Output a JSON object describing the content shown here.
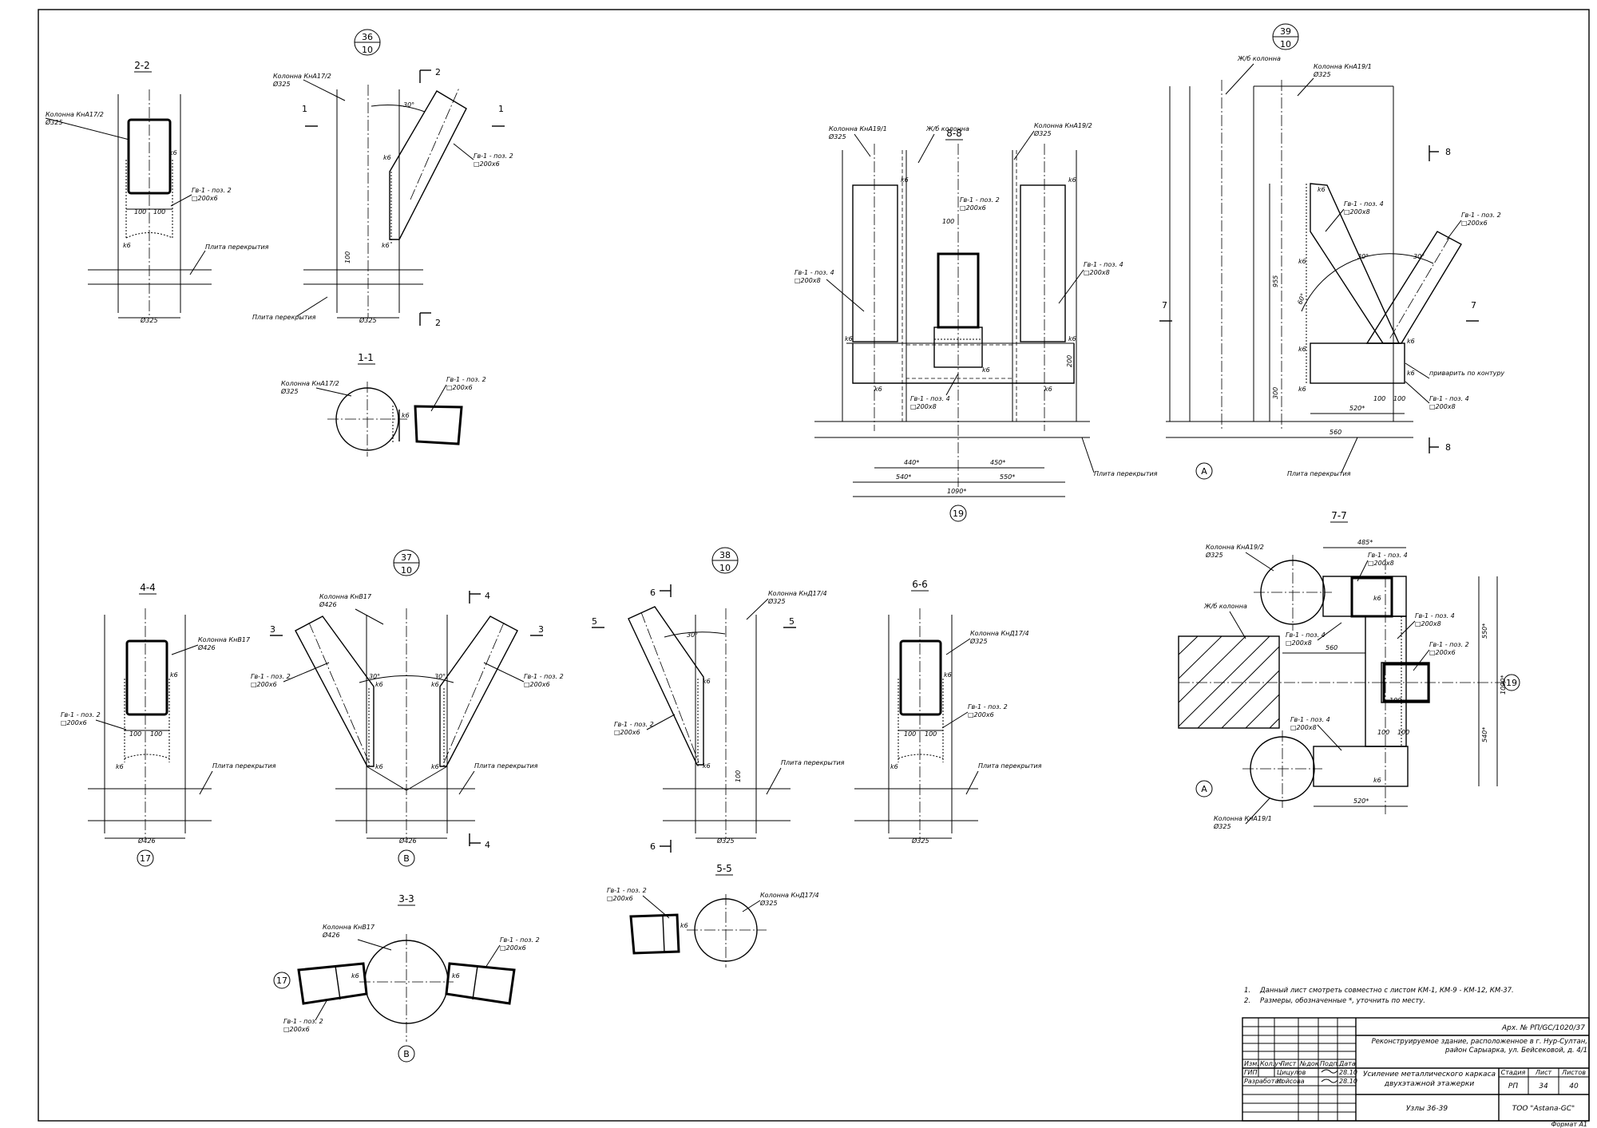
{
  "labels": {
    "col_ka17_2": "Колонна КнА17/2",
    "col_ka19_1": "Колонна КнА19/1",
    "col_ka19_2": "Колонна КнА19/2",
    "col_kb17": "Колонна КнВ17",
    "col_kd17_4": "Колонна КнД17/4",
    "d325": "Ø325",
    "d426": "Ø426",
    "gv_poz2": "Гв-1 - поз. 2",
    "gv_poz4": "Гв-1 - поз. 4",
    "sq200x6": "□200х6",
    "sq200x8": "□200х8",
    "slab": "Плита перекрытия",
    "rc_col": "Ж/б колонна",
    "weld_contour": "приварить по контуру",
    "k6": "k6",
    "d100": "100",
    "d200": "200",
    "d300": "300",
    "d440": "440*",
    "d450": "450*",
    "d540": "540*",
    "d550": "550*",
    "d1090": "1090*",
    "d485": "485*",
    "d520": "520*",
    "d560": "560",
    "d955": "955",
    "a30": "30°",
    "a60": "60°"
  },
  "sections": {
    "s2_2": "2-2",
    "s1_1": "1-1",
    "s8_8": "8-8",
    "s4_4": "4-4",
    "s3_3": "3-3",
    "s5_5": "5-5",
    "s6_6": "6-6",
    "s7_7": "7-7"
  },
  "cuts": [
    "1",
    "2",
    "3",
    "4",
    "5",
    "6",
    "7",
    "8"
  ],
  "nodes": [
    {
      "num": "36",
      "sheet": "10"
    },
    {
      "num": "37",
      "sheet": "10"
    },
    {
      "num": "38",
      "sheet": "10"
    },
    {
      "num": "39",
      "sheet": "10"
    }
  ],
  "axes": {
    "a17": "17",
    "a19": "19",
    "aA": "А",
    "aB": "В"
  },
  "notes": [
    {
      "n": "1.",
      "text": "Данный лист смотреть совместно с листом КМ-1, КМ-9 - КМ-12, КМ-37."
    },
    {
      "n": "2.",
      "text": "Размеры, обозначенные *, уточнить по месту."
    }
  ],
  "title_block": {
    "arch_no": "Арх. № РП/GC/1020/37",
    "project": "Реконструируемое здание, расположенное в г. Нур-Султан, район Сарыарка, ул. Бейсековой, д. 4/1",
    "headers": [
      "Изм.",
      "Кол.уч",
      "Лист",
      "№док",
      "Подп.",
      "Дата"
    ],
    "roles": [
      {
        "role": "ГИП",
        "name": "Цицулов",
        "date": "28.10"
      },
      {
        "role": "Разработал",
        "name": "Койсова",
        "date": "28.10"
      }
    ],
    "object": "Усиление металлического каркаса двухэтажной этажерки",
    "stage_h": "Стадия",
    "sheet_h": "Лист",
    "sheets_h": "Листов",
    "stage": "РП",
    "sheet": "34",
    "sheets": "40",
    "drawing": "Узлы 36-39",
    "company": "ТОО \"Astana-GC\"",
    "format": "Формат А1"
  }
}
